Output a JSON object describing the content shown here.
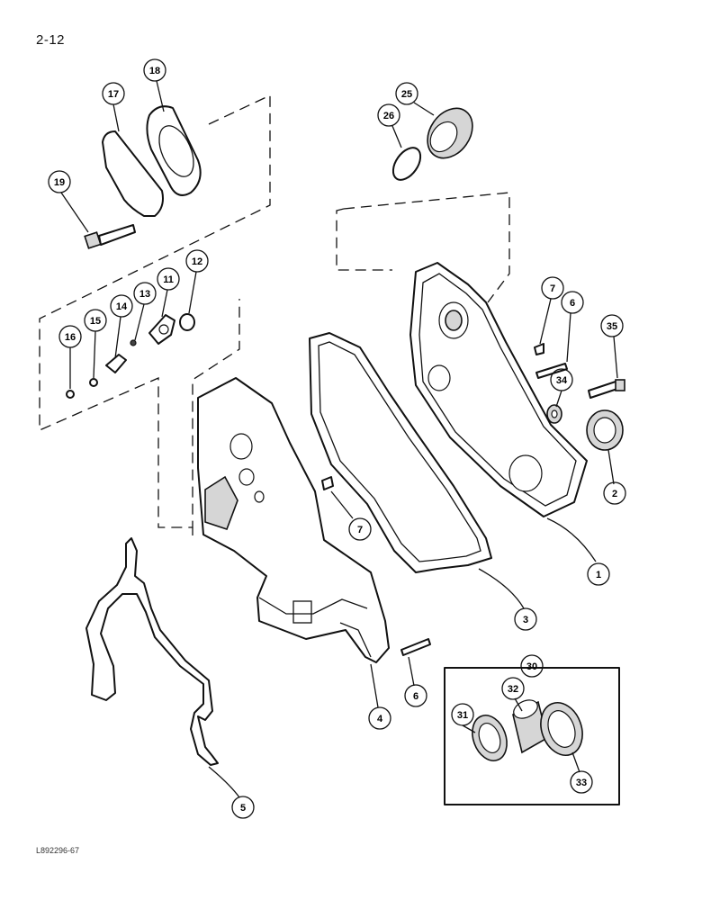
{
  "page_number": "2-12",
  "figure_code": "L892296-67",
  "callouts": [
    {
      "id": "c1",
      "label": "1"
    },
    {
      "id": "c2",
      "label": "2"
    },
    {
      "id": "c3",
      "label": "3"
    },
    {
      "id": "c4",
      "label": "4"
    },
    {
      "id": "c5",
      "label": "5"
    },
    {
      "id": "c6a",
      "label": "6"
    },
    {
      "id": "c6b",
      "label": "6"
    },
    {
      "id": "c7a",
      "label": "7"
    },
    {
      "id": "c7b",
      "label": "7"
    },
    {
      "id": "c11",
      "label": "11"
    },
    {
      "id": "c12",
      "label": "12"
    },
    {
      "id": "c13",
      "label": "13"
    },
    {
      "id": "c14",
      "label": "14"
    },
    {
      "id": "c15",
      "label": "15"
    },
    {
      "id": "c16",
      "label": "16"
    },
    {
      "id": "c17",
      "label": "17"
    },
    {
      "id": "c18",
      "label": "18"
    },
    {
      "id": "c19",
      "label": "19"
    },
    {
      "id": "c25",
      "label": "25"
    },
    {
      "id": "c26",
      "label": "26"
    },
    {
      "id": "c30",
      "label": "30"
    },
    {
      "id": "c31",
      "label": "31"
    },
    {
      "id": "c32",
      "label": "32"
    },
    {
      "id": "c33",
      "label": "33"
    },
    {
      "id": "c34",
      "label": "34"
    },
    {
      "id": "c35",
      "label": "35"
    }
  ]
}
